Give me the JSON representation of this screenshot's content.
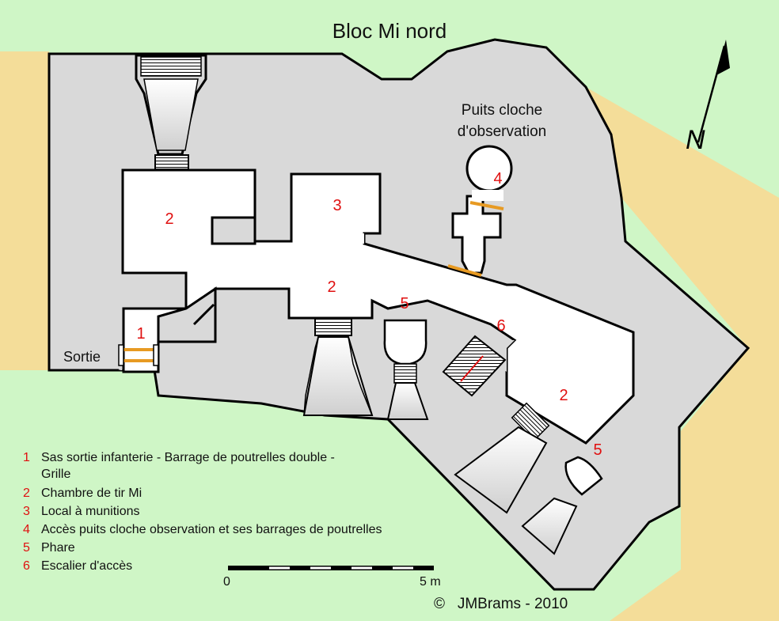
{
  "title": "Bloc Mi nord",
  "north_label": "N",
  "sortie_label": "Sortie",
  "puits_label": [
    "Puits cloche",
    "d'observation"
  ],
  "room_numbers": {
    "r1": "1",
    "r2_west": "2",
    "r3": "3",
    "r2_central": "2",
    "r4": "4",
    "r5_left": "5",
    "r6": "6",
    "r2_east": "2",
    "r5_right": "5"
  },
  "legend": [
    {
      "num": "1",
      "lines": [
        "Sas sortie infanterie - Barrage de poutrelles double -",
        "Grille"
      ]
    },
    {
      "num": "2",
      "lines": [
        "Chambre de tir Mi"
      ]
    },
    {
      "num": "3",
      "lines": [
        "Local à munitions"
      ]
    },
    {
      "num": "4",
      "lines": [
        "Accès puits cloche observation et ses barrages de poutrelles"
      ]
    },
    {
      "num": "5",
      "lines": [
        "Phare"
      ]
    },
    {
      "num": "6",
      "lines": [
        "Escalier d'accès"
      ]
    }
  ],
  "scale": {
    "start": "0",
    "end": "5 m"
  },
  "copyright": "©   JMBrams - 2010",
  "colors": {
    "grass": "#cff6c6",
    "earth": "#f4dd99",
    "concrete": "#d9d9d9",
    "room": "#ffffff",
    "wall": "#000000",
    "number_red": "#e01010",
    "beam_orange": "#e79a22"
  }
}
